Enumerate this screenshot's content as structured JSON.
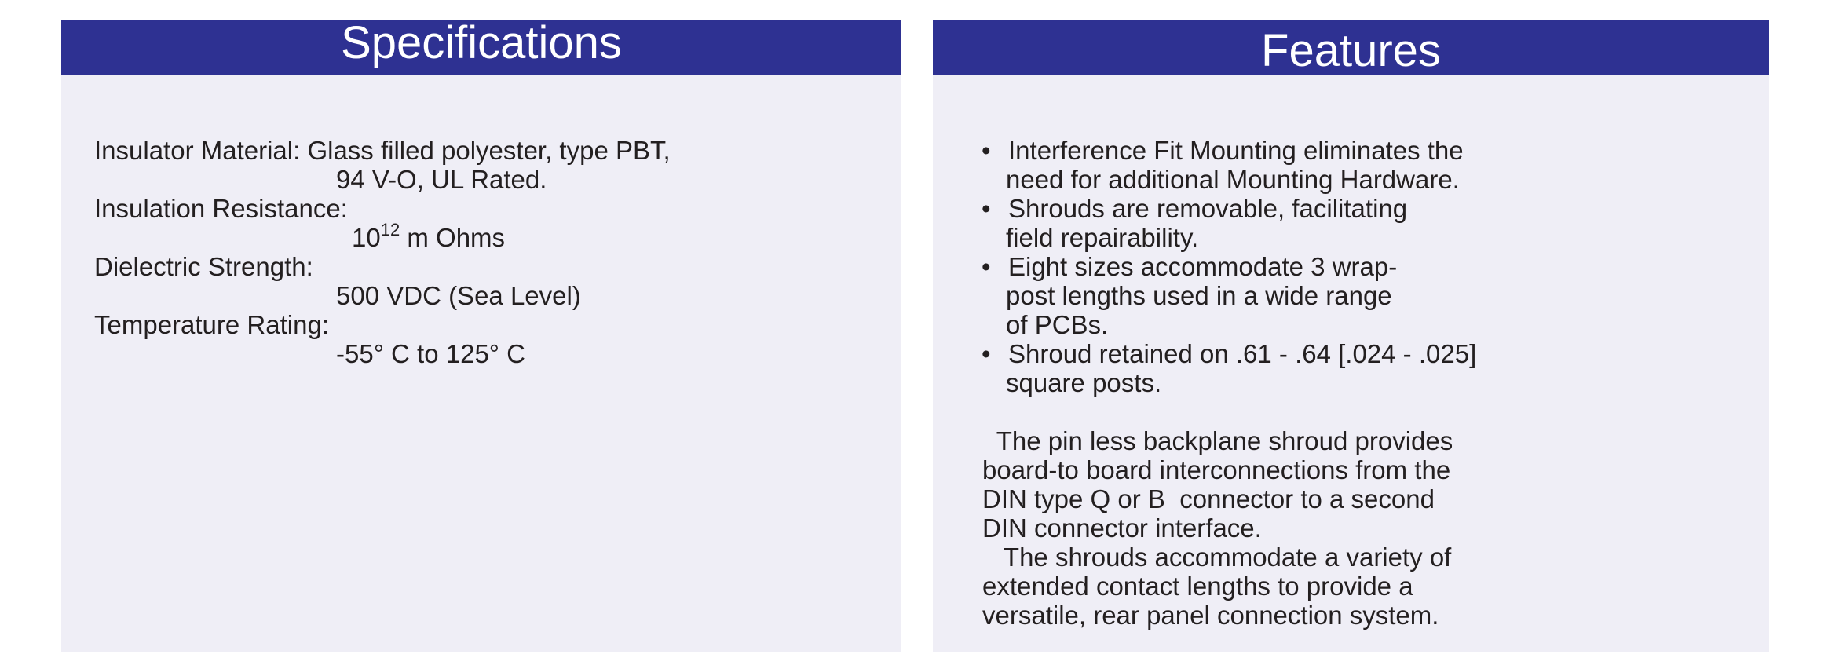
{
  "specifications": {
    "title": "Specifications",
    "insulator_material": {
      "label_and_value": "Insulator Material: Glass filled polyester, type PBT,",
      "continuation": "94 V-O, UL Rated."
    },
    "insulation_resistance": {
      "label": "Insulation Resistance:",
      "value_base": "10",
      "value_exponent": "12",
      "value_unit": " m Ohms"
    },
    "dielectric_strength": {
      "label": "Dielectric Strength:",
      "value": "500 VDC (Sea Level)"
    },
    "temperature_rating": {
      "label": "Temperature Rating:",
      "value": "-55° C to 125° C"
    }
  },
  "features": {
    "title": "Features",
    "bullet_glyph": "•",
    "items": [
      {
        "lines": [
          "Interference Fit Mounting eliminates the",
          "need for additional Mounting Hardware."
        ]
      },
      {
        "lines": [
          "Shrouds are removable, facilitating",
          "field repairability."
        ]
      },
      {
        "lines": [
          "Eight sizes accommodate 3 wrap-",
          "post lengths used in a wide range",
          "of PCBs."
        ]
      },
      {
        "lines": [
          "Shroud retained on .61 - .64 [.024 - .025]",
          "square posts."
        ]
      }
    ],
    "paragraph_lines": [
      "  The pin less backplane shroud provides",
      "board-to board interconnections from the",
      "DIN type Q or B  connector to a second",
      "DIN connector interface.",
      "   The shrouds accommodate a variety of",
      "extended contact lengths to provide a",
      "versatile, rear panel connection system."
    ]
  }
}
